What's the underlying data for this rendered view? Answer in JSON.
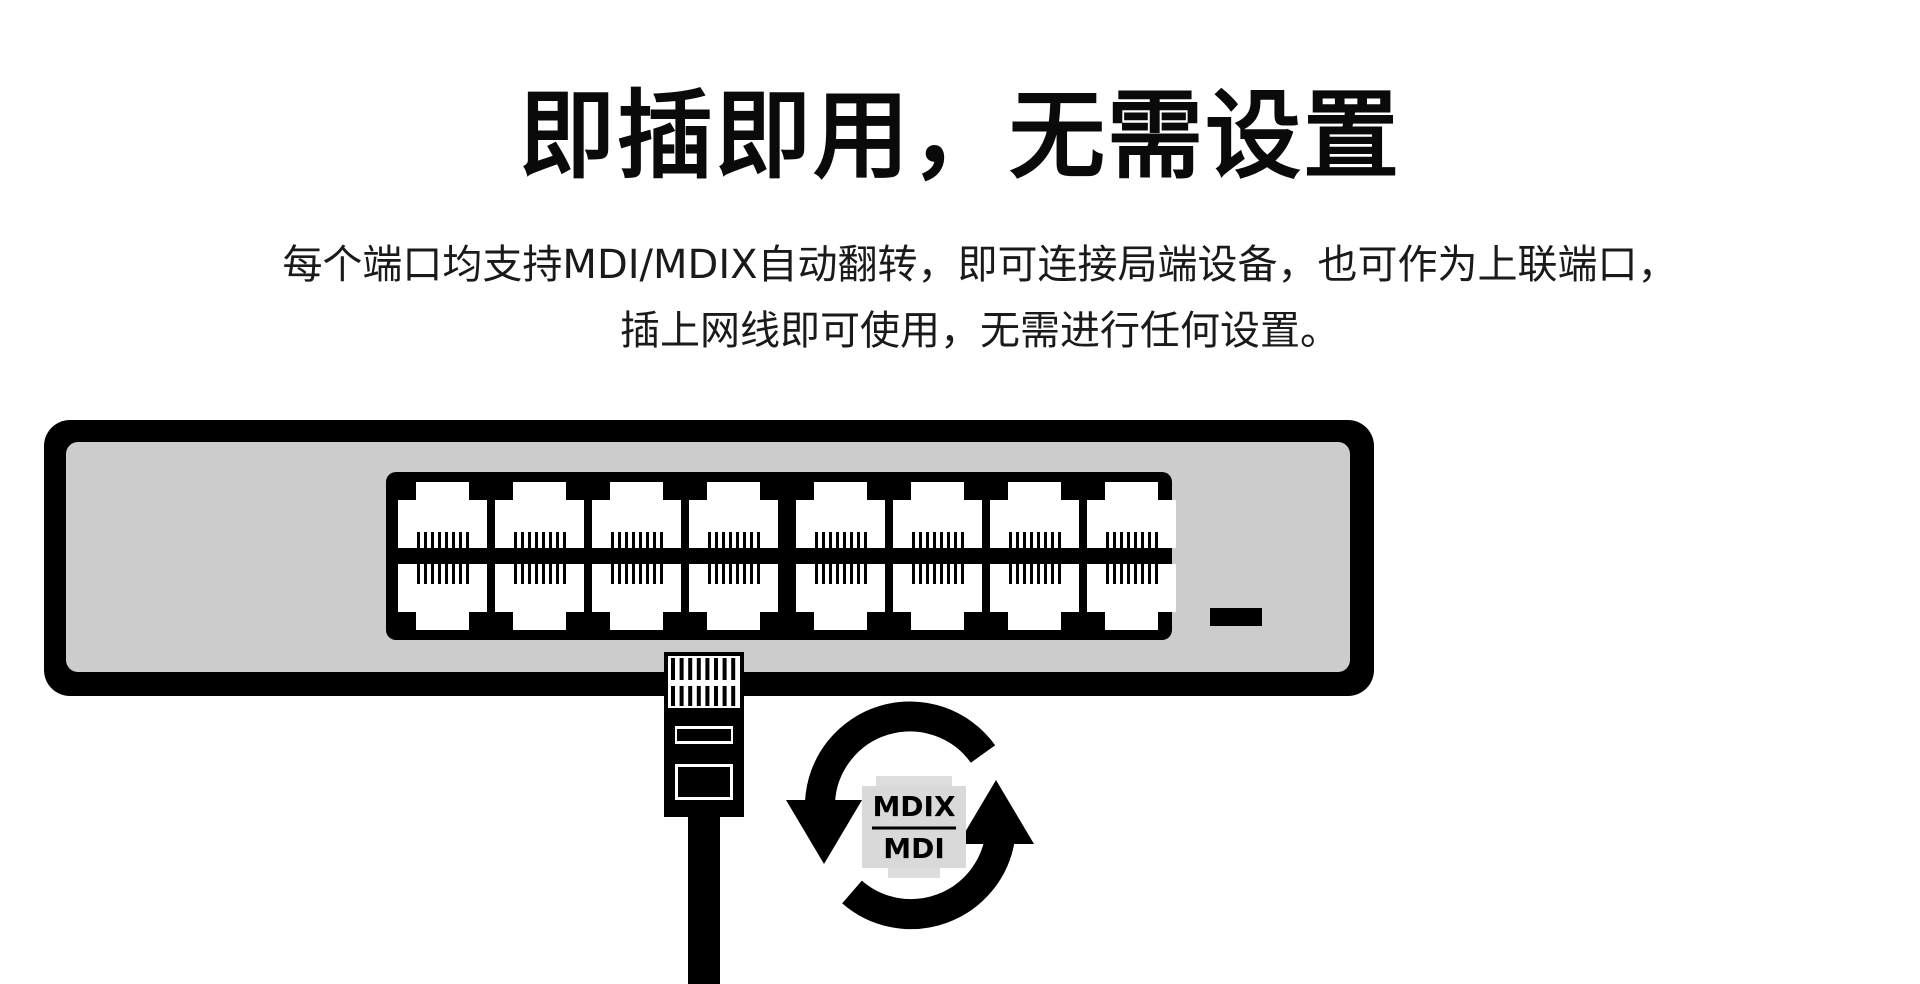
{
  "title": "即插即用，无需设置",
  "description": "每个端口均支持MDI/MDIX自动翻转，即可连接局端设备，也可作为上联端口，插上网线即可使用，无需进行任何设置。",
  "diagram": {
    "port_count": 8,
    "mode_top_label": "MDIX",
    "mode_bottom_label": "MDI",
    "colors": {
      "outline": "#000000",
      "panel": "#cccccc",
      "port": "#ffffff",
      "badge": "#d9d9d9"
    }
  }
}
